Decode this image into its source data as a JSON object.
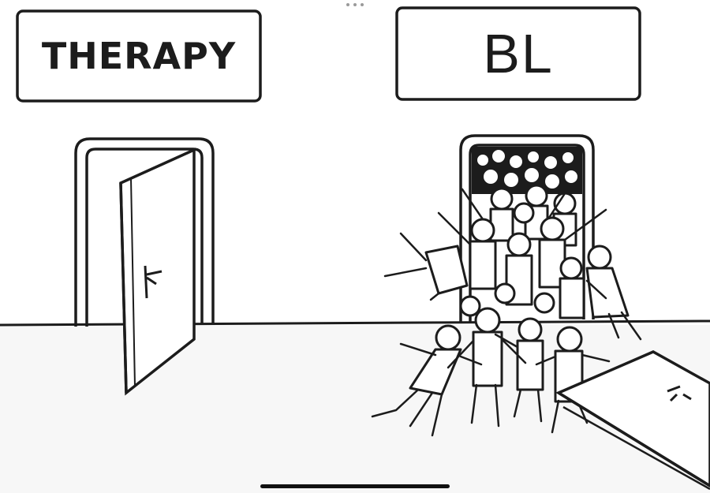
{
  "signs": {
    "left": "THERAPY",
    "right": "BL"
  },
  "icons": {
    "top_indicator": "more-dots-icon",
    "bottom_indicator": "home-indicator"
  },
  "colors": {
    "ink": "#1c1c1c",
    "background": "#ffffff",
    "floor": "#f7f7f7"
  }
}
